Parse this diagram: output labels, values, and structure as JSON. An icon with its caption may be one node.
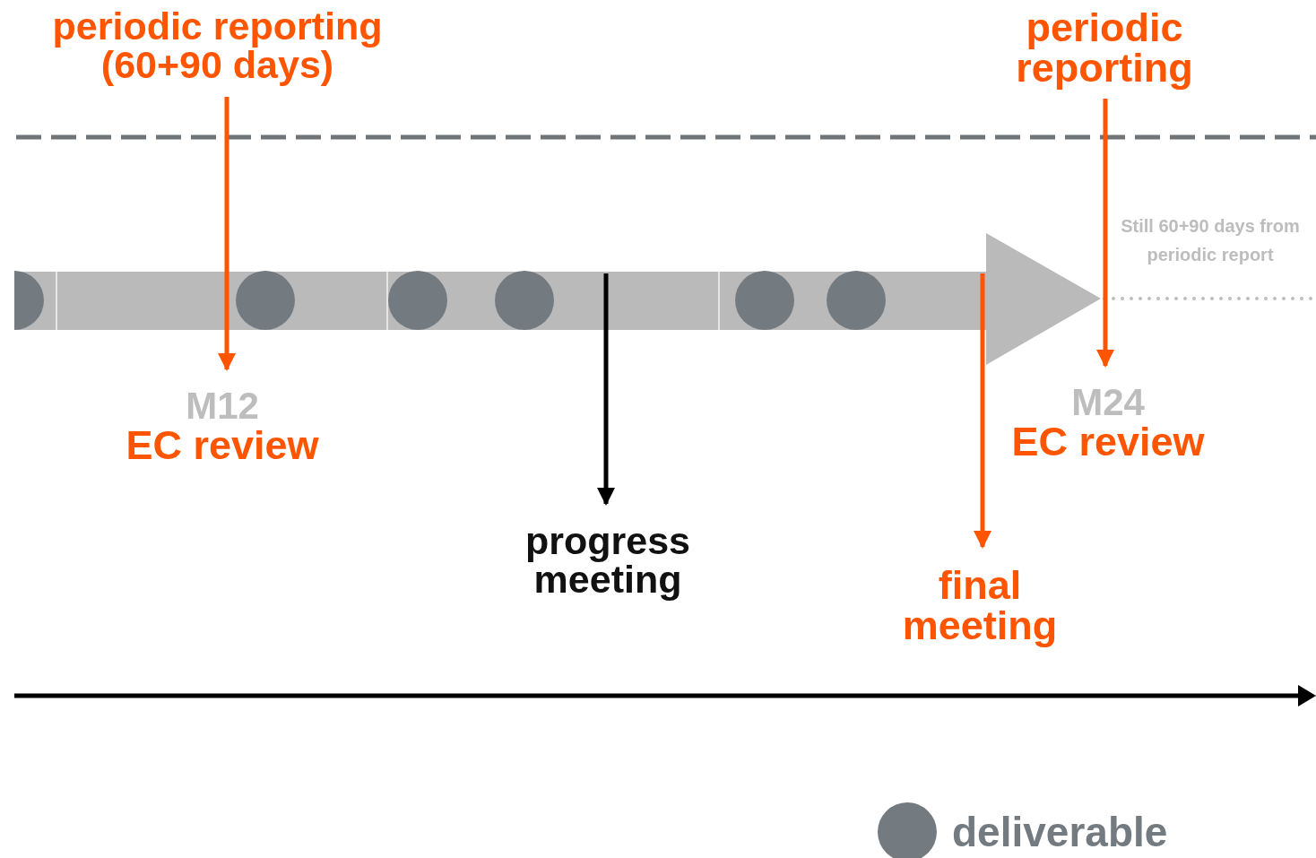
{
  "diagram": {
    "nodes": [
      {
        "text": [
          "periodic reporting (60+90 days)"
        ]
      },
      {
        "text": [
          "M12",
          "EC review"
        ]
      },
      {
        "text": [
          "progress meeting"
        ]
      },
      {
        "text": [
          "final meeting"
        ]
      },
      {
        "text": [
          "periodic reporting"
        ]
      },
      {
        "text": [
          "M24",
          "EC review"
        ]
      }
    ],
    "edges": [
      {
        "from": 0,
        "to": 1,
        "arrow": "to"
      },
      {
        "from": null,
        "to": 2,
        "arrow": "to",
        "color": "#000000"
      },
      {
        "from": null,
        "to": 3,
        "arrow": "to"
      },
      {
        "from": 4,
        "to": 5,
        "arrow": "to"
      }
    ],
    "labels": [
      "Still 60+90 days from periodic report"
    ],
    "legend": [
      {
        "text": "deliverable",
        "color": "#737b81"
      }
    ]
  }
}
